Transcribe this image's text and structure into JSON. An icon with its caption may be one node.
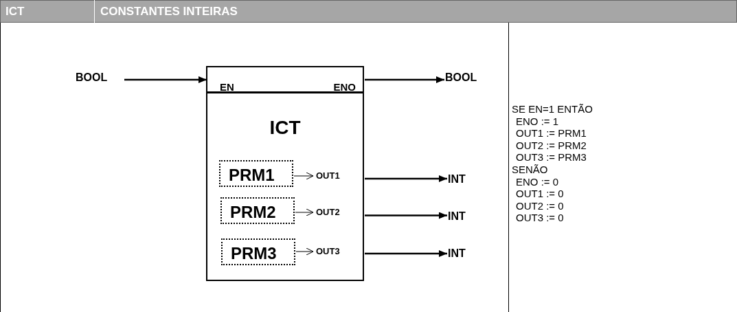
{
  "diagram": {
    "nodes": [
      {
        "text": [
          "BOOL"
        ]
      },
      {
        "text": [
          "ICT"
        ]
      },
      {
        "text": [
          "EN"
        ],
        "in": 1
      },
      {
        "text": [
          "ENO"
        ],
        "in": 1
      },
      {
        "text": [
          "BOOL"
        ]
      },
      {
        "text": [
          "PRM1"
        ],
        "in": 1
      },
      {
        "text": [
          "OUT1"
        ],
        "in": 1
      },
      {
        "text": [
          "INT"
        ]
      },
      {
        "text": [
          "PRM2"
        ],
        "in": 1
      },
      {
        "text": [
          "OUT2"
        ],
        "in": 1
      },
      {
        "text": [
          "INT"
        ]
      },
      {
        "text": [
          "PRM3"
        ],
        "in": 1
      },
      {
        "text": [
          "OUT3"
        ],
        "in": 1
      },
      {
        "text": [
          "INT"
        ]
      }
    ],
    "edges": [
      {
        "from": 0,
        "to": 2,
        "arrow": "to"
      },
      {
        "from": 3,
        "to": 4,
        "arrow": "to"
      },
      {
        "from": 5,
        "to": 6,
        "arrow": "to"
      },
      {
        "from": 6,
        "to": 7,
        "arrow": "to"
      },
      {
        "from": 8,
        "to": 9,
        "arrow": "to"
      },
      {
        "from": 9,
        "to": 10,
        "arrow": "to"
      },
      {
        "from": 11,
        "to": 12,
        "arrow": "to"
      },
      {
        "from": 12,
        "to": 13,
        "arrow": "to"
      }
    ],
    "labels": [
      "ICT",
      "CONSTANTES INTEIRAS",
      "SE EN=1 ENTÃO",
      "ENO := 1",
      "OUT1 := PRM1",
      "OUT2 := PRM2",
      "OUT3 := PRM3",
      "SENÃO",
      "ENO := 0",
      "OUT1 := 0",
      "OUT2 := 0",
      "OUT3 := 0"
    ]
  }
}
